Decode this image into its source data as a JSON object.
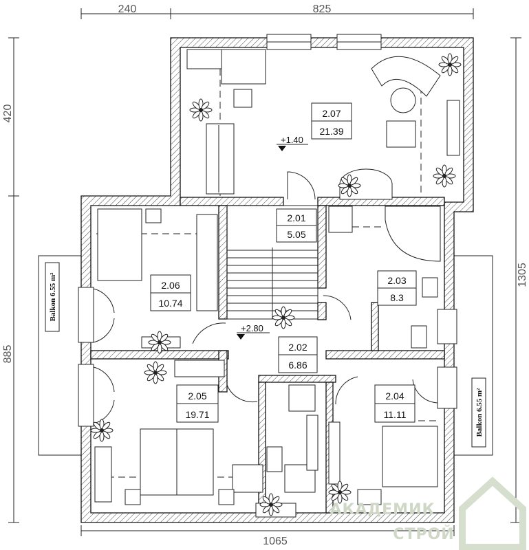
{
  "dimensions": {
    "top_left": "240",
    "top_right": "825",
    "bottom": "1065",
    "left_upper": "420",
    "left_lower": "885",
    "right": "1305"
  },
  "rooms": [
    {
      "number": "2.07",
      "area": "21.39"
    },
    {
      "number": "2.01",
      "area": "5.05"
    },
    {
      "number": "2.06",
      "area": "10.74"
    },
    {
      "number": "2.03",
      "area": "8.3"
    },
    {
      "number": "2.02",
      "area": "6.86"
    },
    {
      "number": "2.05",
      "area": "19.71"
    },
    {
      "number": "2.04",
      "area": "11.11"
    }
  ],
  "levels": [
    "+1.40",
    "+2.80"
  ],
  "balconies": [
    "Balkon 6.55 m²",
    "Balkon 6.55 m²"
  ],
  "watermark": {
    "line1": "АКАДЕМИК",
    "line2": "СТРОЙ"
  }
}
